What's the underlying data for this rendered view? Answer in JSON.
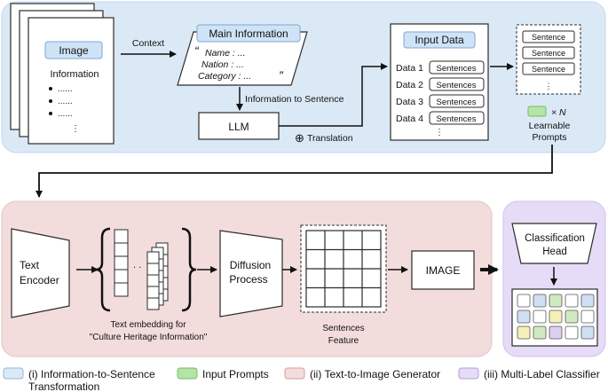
{
  "colors": {
    "panel1": "#dbe9f6",
    "panel2": "#f3dcdc",
    "panel3": "#e6dcf7",
    "image_tag": "#cfe3f7",
    "prompt_green": "#b5e3a8",
    "cell_blue": "#cfe0f5",
    "cell_green": "#cfeac0",
    "cell_yellow": "#f6efb8",
    "cell_purple": "#dccff2"
  },
  "stage1": {
    "image_label": "Image",
    "information_label": "Information",
    "bullets": [
      "......",
      "......",
      "......"
    ],
    "ellipsis": "⋮",
    "context_label": "Context",
    "main_info": {
      "title": "Main Information",
      "open_quote": "“",
      "close_quote": "”",
      "lines": [
        "Name : ...",
        "Nation : ...",
        "Category : ..."
      ]
    },
    "info_to_sentence_label": "Information to Sentence",
    "llm_label": "LLM",
    "translation_symbol": "⊕",
    "translation_label": "Translation",
    "input_data": {
      "title": "Input Data",
      "rows": [
        {
          "label": "Data 1",
          "value": "Sentences"
        },
        {
          "label": "Data 2",
          "value": "Sentences"
        },
        {
          "label": "Data 3",
          "value": "Sentences"
        },
        {
          "label": "Data 4",
          "value": "Sentences"
        }
      ],
      "ellipsis": "⋮"
    },
    "sentence_stack": [
      "Sentence",
      "Sentence",
      "Sentence"
    ],
    "sentence_ellipsis": "⋮",
    "prompt_multiplier": "× N",
    "prompts_label_line1": "Learnable",
    "prompts_label_line2": "Prompts"
  },
  "stage2": {
    "encoder_line1": "Text",
    "encoder_line2": "Encoder",
    "embedding_dots": ". .",
    "embedding_caption_line1": "Text embedding for",
    "embedding_caption_line2": "\"Culture Heritage Information\"",
    "diffusion_line1": "Diffusion",
    "diffusion_line2": "Process",
    "feature_caption_line1": "Sentences",
    "feature_caption_line2": "Feature",
    "image_output": "IMAGE"
  },
  "stage3": {
    "head_line1": "Classification",
    "head_line2": "Head"
  },
  "legend": [
    {
      "line1": "(i) Information-to-Sentence",
      "line2": "Transformation",
      "swatch": "#dbe9f6",
      "border": "#8fb6dc"
    },
    {
      "line1": "Input Prompts",
      "line2": "",
      "swatch": "#b5e3a8",
      "border": "#6fbf5c"
    },
    {
      "line1": "(ii) Text-to-Image Generator",
      "line2": "",
      "swatch": "#f3dcdc",
      "border": "#d99a9a"
    },
    {
      "line1": "(iii) Multi-Label Classifier",
      "line2": "",
      "swatch": "#e6dcf7",
      "border": "#b39ddc"
    }
  ]
}
